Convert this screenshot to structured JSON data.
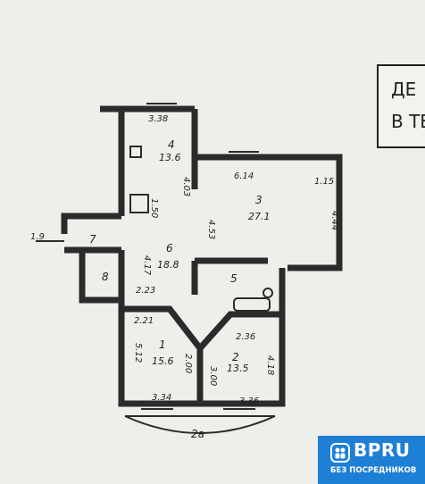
{
  "stamp": {
    "line1": "ДЕ",
    "line2": "В ТЕ"
  },
  "logo": {
    "name": "BPRU",
    "tagline": "БЕЗ ПОСРЕДНИКОВ",
    "color": "#1e7fd6"
  },
  "rooms": [
    {
      "id": "4",
      "number": "4",
      "area": "13.6"
    },
    {
      "id": "3",
      "number": "3",
      "area": "27.1"
    },
    {
      "id": "6",
      "number": "6",
      "area": "18.8"
    },
    {
      "id": "7",
      "number": "7",
      "area": ""
    },
    {
      "id": "8",
      "number": "8",
      "area": ""
    },
    {
      "id": "5",
      "number": "5",
      "area": ""
    },
    {
      "id": "1",
      "number": "1",
      "area": "15.6"
    },
    {
      "id": "2",
      "number": "2",
      "area": "13.5"
    },
    {
      "id": "2a",
      "number": "2а",
      "area": ""
    }
  ],
  "dimensions": [
    "3.38",
    "4.03",
    "1.50",
    "6.14",
    "1.15",
    "4.53",
    "4.44",
    "1.9",
    "4.17",
    "2.23",
    "2.21",
    "2.36",
    "5.12",
    "2.00",
    "3.00",
    "4.18",
    "3.34",
    "3.36"
  ]
}
